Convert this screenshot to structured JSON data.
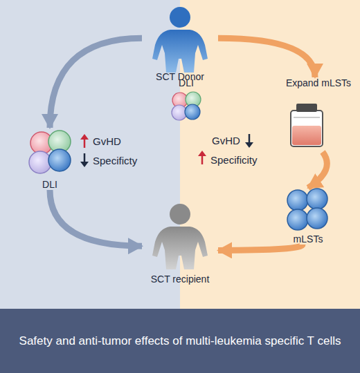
{
  "diagram": {
    "nodes": [
      {
        "text": [
          "SCT Donor"
        ]
      },
      {
        "text": [
          "DLI"
        ]
      },
      {
        "text": [
          "DLI"
        ]
      },
      {
        "text": [
          "Expand mLSTs"
        ]
      },
      {
        "text": [
          "mLSTs"
        ]
      },
      {
        "text": [
          "SCT recipient"
        ]
      },
      {
        "text": [
          "Safety and anti-tumor effects of multi-leukemia specific T cells"
        ]
      }
    ],
    "edges": [
      {
        "from": 0,
        "to": 1,
        "arrow": "to"
      },
      {
        "from": 1,
        "to": 5,
        "arrow": "to"
      },
      {
        "from": 0,
        "to": 3,
        "arrow": "to"
      },
      {
        "from": 3,
        "to": 4,
        "arrow": "to"
      },
      {
        "from": 4,
        "to": 5,
        "arrow": "to"
      }
    ],
    "labels": [
      "GvHD",
      "Specificty",
      "GvHD",
      "Specificity"
    ]
  }
}
